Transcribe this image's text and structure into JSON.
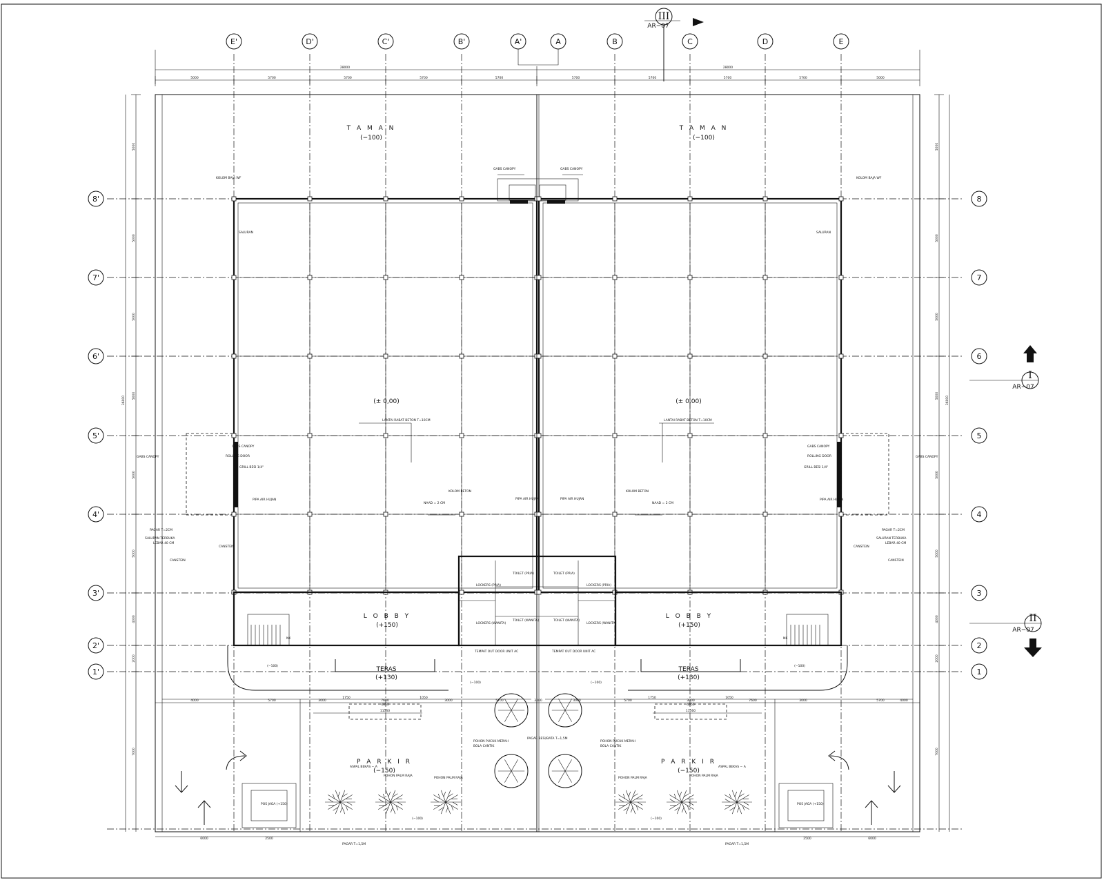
{
  "drawing": {
    "top_cols": [
      "E'",
      "D'",
      "C'",
      "B'",
      "A'",
      "A",
      "B",
      "C",
      "D",
      "E"
    ],
    "row_bubbles_left": [
      "8'",
      "7'",
      "6'",
      "5'",
      "4'",
      "3'",
      "2'",
      "1'"
    ],
    "row_bubbles_right": [
      "8",
      "7",
      "6",
      "5",
      "4",
      "3",
      "2",
      "1"
    ],
    "overall_dims": [
      "28000",
      "28000"
    ],
    "top_dims": [
      "5000",
      "5700",
      "5700",
      "5700",
      "5700",
      "5700",
      "5700",
      "5700",
      "5700",
      "5000"
    ],
    "side_dims_left": [
      "5000",
      "5000",
      "5000",
      "5000",
      "5000",
      "5000",
      "4000",
      "2000",
      "7000"
    ],
    "side_dims_right": [
      "5000",
      "5000",
      "5000",
      "5000",
      "5000",
      "5000",
      "4000",
      "2000",
      "7000"
    ],
    "total_height_dim": "36000",
    "bottom_dims": [
      "4000",
      "5700",
      "3000",
      "7600",
      "3000",
      "5700",
      "3000",
      "3000",
      "5700",
      "3000",
      "7600",
      "3000",
      "5700",
      "4000"
    ],
    "bottom_extra_dims": [
      "6000",
      "2500",
      "2500",
      "6000",
      "11560",
      "11560",
      "4050",
      "4050",
      "1750",
      "1750",
      "1050",
      "1050"
    ],
    "taman_left": "T A M A N",
    "taman_left_lvl": "(−100)",
    "taman_right": "T A M A N",
    "taman_right_lvl": "(−100)",
    "hall_left_lvl": "(± 0,00)",
    "hall_right_lvl": "(± 0,00)",
    "lobby_left": "L O B B Y",
    "lobby_left_lvl": "(+150)",
    "lobby_right": "L O B B Y",
    "lobby_right_lvl": "(+150)",
    "teras_left": "TERAS",
    "teras_left_lvl": "(+130)",
    "teras_right": "TERAS",
    "teras_right_lvl": "(+130)",
    "parkir_left": "P A R K I R",
    "parkir_left_lvl": "(−150)",
    "parkir_right": "P A R K I R",
    "parkir_right_lvl": "(−150)",
    "rumput_levels": [
      "(−100)",
      "(−100)",
      "(−100)",
      "(−100)",
      "(−100)",
      "(−100)"
    ],
    "notes": {
      "gabs_canopy_l": "GABS CANOPY",
      "gabs_canopy_r": "GABS CANOPY",
      "kolom_baja_l": "KOLOM BAJA WF",
      "kolom_baja_r": "KOLOM BAJA WF",
      "saluran_l": "SALURAN",
      "saluran_r": "SALURAN",
      "lantai_l": "LANTAI RABAT BETON T=10CM",
      "lantai_r": "LANTAI RABAT BETON T=10CM",
      "kolom_beton_l": "KOLOM BETON",
      "kolom_beton_r": "KOLOM BETON",
      "naad_l": "NAAD = 2 CM",
      "naad_r": "NAAD = 2 CM",
      "pipa_l": "PIPA AIR HUJAN",
      "pipa_cl": "PIPA AIR HUJAN",
      "pipa_cr": "PIPA AIR HUJAN",
      "pipa_r": "PIPA AIR HUJAN",
      "rolling_l": "ROLLING DOOR",
      "rolling_r": "ROLLING DOOR",
      "grill_l": "GRILL BESI 1/4\"",
      "grill_r": "GRILL BESI 1/4\"",
      "canopy_side_l": "GABS CANOPY",
      "canopy_side_r": "GABS CANOPY",
      "pagar_l": "PAGAR T=2CM",
      "pagar_r": "PAGAR T=2CM",
      "saluran_terbuka_l": "SALURAN TERBUKA",
      "saluran_terbuka_r": "SALURAN TERBUKA",
      "lebar_l": "LEBAR 40 CM",
      "lebar_r": "LEBAR 40 CM",
      "canstein_l1": "CANSTEIN",
      "canstein_l2": "CANSTEIN",
      "canstein_r1": "CANSTEIN",
      "canstein_r2": "CANSTEIN",
      "toilet_pria_l": "TOILET (PRIA)",
      "toilet_pria_r": "TOILET (PRIA)",
      "toilet_wanita_l": "TOILET (WANITA)",
      "toilet_wanita_r": "TOILET (WANITA)",
      "lockers_pria_l": "LOCKERS (PRIA)",
      "lockers_pria_r": "LOCKERS (PRIA)",
      "lockers_wanita_l": "LOCKERS (WANITA)",
      "lockers_wanita_r": "LOCKERS (WANITA)",
      "ac_l": "TEMPAT OUT DOOR UNIT AC",
      "ac_r": "TEMPAT OUT DOOR UNIT AC",
      "pohon_pucuk_l": "POHON PUCUK MERAH",
      "pohon_pucuk_r": "POHON PUCUK MERAH",
      "bola_cantik_l": "BOLA CANTIK",
      "bola_cantik_r": "BOLA CANTIK",
      "pagar_center": "PAGAR BESI/BATA T=1,5M",
      "pohon_palm_l1": "POHON PALM RAJA",
      "pohon_palm_l2": "POHON PALM RAJA",
      "pohon_palm_r1": "POHON PALM RAJA",
      "pohon_palm_r2": "POHON PALM RAJA",
      "aspal_l": "ASPAL BEKAS − A",
      "aspal_r": "ASPAL BEKAS − A",
      "pos_jaga_l": "POS JAGA (+150)",
      "pos_jaga_r": "POS JAGA (+150)",
      "pagar_bot_l": "PAGAR T=1,5M",
      "pagar_bot_r": "PAGAR T=1,5M",
      "nk_l": "NK",
      "nk_r": "NK",
      "gabs_top_l": "GABS CANOPY",
      "gabs_top_r": "GABS CANOPY"
    },
    "section_marks": [
      {
        "num": "III",
        "ref": "AR−07"
      },
      {
        "num": "I",
        "ref": "AR−07"
      },
      {
        "num": "II",
        "ref": "AR−07"
      }
    ]
  }
}
